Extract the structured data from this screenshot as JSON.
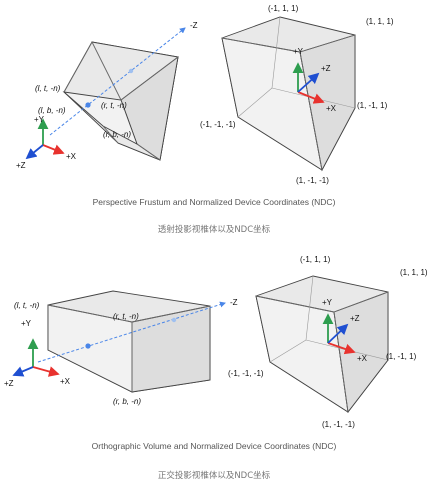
{
  "panel1": {
    "neg_z": "-Z",
    "corner_ltn": "(l, t, -n)",
    "corner_lbn": "(l, b, -n)",
    "corner_rtn": "(r, t, -n)",
    "corner_rbn": "(r, b, -n)",
    "axis_y": "+Y",
    "axis_z": "+Z",
    "axis_x": "+X",
    "ndc_top": "(-1, 1, 1)",
    "ndc_tr": "(1, 1, 1)",
    "ndc_mr": "(1, -1, 1)",
    "ndc_ml": "(-1, -1, -1)",
    "ndc_bot": "(1, -1, -1)",
    "ndc_y": "+Y",
    "ndc_z": "+Z",
    "ndc_x": "+X",
    "caption_en": "Perspective Frustum and Normalized Device Coordinates (NDC)",
    "caption_cn": "透射投影视椎体以及NDC坐标"
  },
  "panel2": {
    "neg_z": "-Z",
    "corner_ltn": "(l, t, -n)",
    "corner_rtn": "(r, t, -n)",
    "corner_rbn": "(r, b, -n)",
    "axis_y": "+Y",
    "axis_z": "+Z",
    "axis_x": "+X",
    "ndc_top": "(-1, 1, 1)",
    "ndc_tr": "(1, 1, 1)",
    "ndc_mr": "(1, -1, 1)",
    "ndc_ml": "(-1, -1, -1)",
    "ndc_bot": "(1, -1, -1)",
    "ndc_y": "+Y",
    "ndc_z": "+Z",
    "ndc_x": "+X",
    "caption_en": "Orthographic Volume and Normalized Device Coordinates (NDC)",
    "caption_cn": "正交投影视椎体以及NDC坐标"
  },
  "colors": {
    "x_axis": "#e8322e",
    "y_axis": "#2e9e4f",
    "z_axis": "#1f4fd1",
    "ray": "#4a86e8"
  }
}
